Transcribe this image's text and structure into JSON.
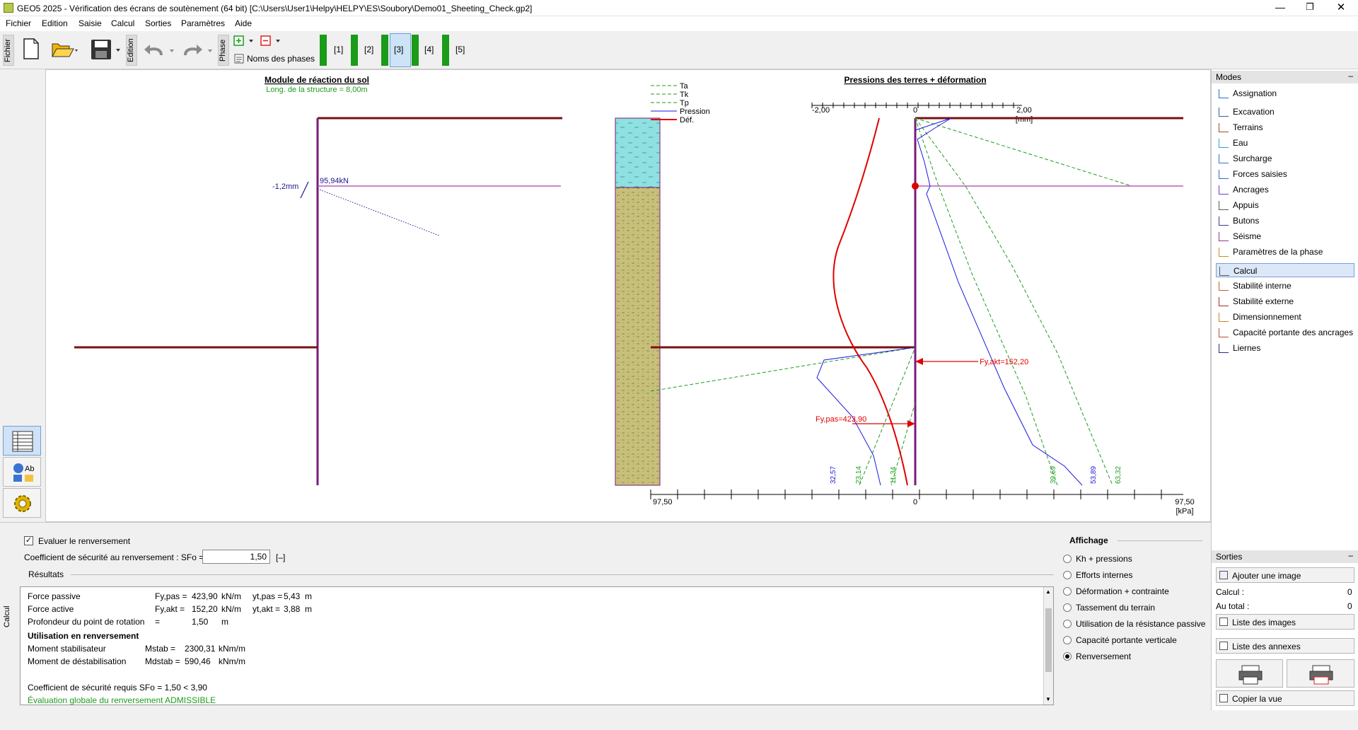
{
  "window": {
    "title": "GEO5 2025 - Vérification des écrans de soutènement (64 bit) [C:\\Users\\User1\\Helpy\\HELPY\\ES\\Soubory\\Demo01_Sheeting_Check.gp2]"
  },
  "menu": [
    "Fichier",
    "Edition",
    "Saisie",
    "Calcul",
    "Sorties",
    "Paramètres",
    "Aide"
  ],
  "toolbar": {
    "file_label": "Fichier",
    "edition_label": "Edition",
    "phase_label": "Phase",
    "phase_names": "Noms des phases",
    "phases": [
      "[1]",
      "[2]",
      "[3]",
      "[4]",
      "[5]"
    ],
    "active_phase": "[3]"
  },
  "left": {
    "title": "Module de réaction du sol",
    "subtitle": "Long. de la structure = 8,00m",
    "deflection": "-1,2mm",
    "anchor_force": "95,94kN"
  },
  "right": {
    "title": "Pressions des terres + déformation",
    "legend": [
      {
        "label": "Ta",
        "color": "#1f9b1f",
        "dash": true
      },
      {
        "label": "Tk",
        "color": "#1f9b1f",
        "dash": true
      },
      {
        "label": "Tp",
        "color": "#1f9b1f",
        "dash": true
      },
      {
        "label": "Pression",
        "color": "#1a1ae0",
        "dash": false
      },
      {
        "label": "Déf.",
        "color": "#e00000",
        "dash": false
      }
    ],
    "top_axis": {
      "min": "-2,00",
      "zero": "0",
      "max": "2,00",
      "unit": "[mm]"
    },
    "bottom_axis": {
      "min": "97,50",
      "zero": "0",
      "max": "97,50",
      "unit": "[kPa]"
    },
    "force_active": "Fy,akt=152,20",
    "force_passive": "Fy,pas=423,90",
    "values": [
      "32,57",
      "23,14",
      "11,34",
      "39,69",
      "53,89",
      "63,32"
    ]
  },
  "modes": {
    "title": "Modes",
    "items": [
      "Assignation",
      "Excavation",
      "Terrains",
      "Eau",
      "Surcharge",
      "Forces saisies",
      "Ancrages",
      "Appuis",
      "Butons",
      "Séisme",
      "Paramètres de la phase",
      "Calcul",
      "Stabilité interne",
      "Stabilité externe",
      "Dimensionnement",
      "Capacité portante des ancrages",
      "Liernes"
    ],
    "selected": "Calcul"
  },
  "sorties": {
    "title": "Sorties",
    "add_image": "Ajouter une image",
    "calc_label": "Calcul :",
    "calc_value": "0",
    "total_label": "Au total :",
    "total_value": "0",
    "list_images": "Liste des images",
    "list_annex": "Liste des annexes",
    "copy_view": "Copier la vue"
  },
  "calc": {
    "side_label": "Calcul",
    "checkbox_label": "Evaluer le renversement",
    "sf_label": "Coefficient de sécurité au renversement : SFo =",
    "sf_value": "1,50",
    "sf_unit": "[–]",
    "results_label": "Résultats",
    "results": [
      {
        "name": "Force passive",
        "sym": "Fy,pas =",
        "val": "423,90",
        "unit": "kN/m",
        "sym2": "yt,pas =",
        "val2": "5,43",
        "unit2": "m"
      },
      {
        "name": "Force active",
        "sym": "Fy,akt =",
        "val": "152,20",
        "unit": "kN/m",
        "sym2": "yt,akt =",
        "val2": "3,88",
        "unit2": "m"
      },
      {
        "name": "Profondeur du point de rotation",
        "sym": "=",
        "val": "1,50",
        "unit": "m",
        "sym2": "",
        "val2": "",
        "unit2": ""
      }
    ],
    "section2": "Utilisation en renversement",
    "results2": [
      {
        "name": "Moment stabilisateur",
        "sym": "Mstab =",
        "val": "2300,31",
        "unit": "kNm/m"
      },
      {
        "name": "Moment de déstabilisation",
        "sym": "Mdstab =",
        "val": "590,46",
        "unit": "kNm/m"
      }
    ],
    "req_sf": "Coefficient de sécurité requis SFo = 1,50 < 3,90",
    "verdict": "Évaluation globale du renversement ADMISSIBLE"
  },
  "affichage": {
    "title": "Affichage",
    "options": [
      "Kh + pressions",
      "Efforts internes",
      "Déformation + contrainte",
      "Tassement du terrain",
      "Utilisation de la résistance passive",
      "Capacité portante verticale",
      "Renversement"
    ],
    "selected": "Renversement"
  }
}
